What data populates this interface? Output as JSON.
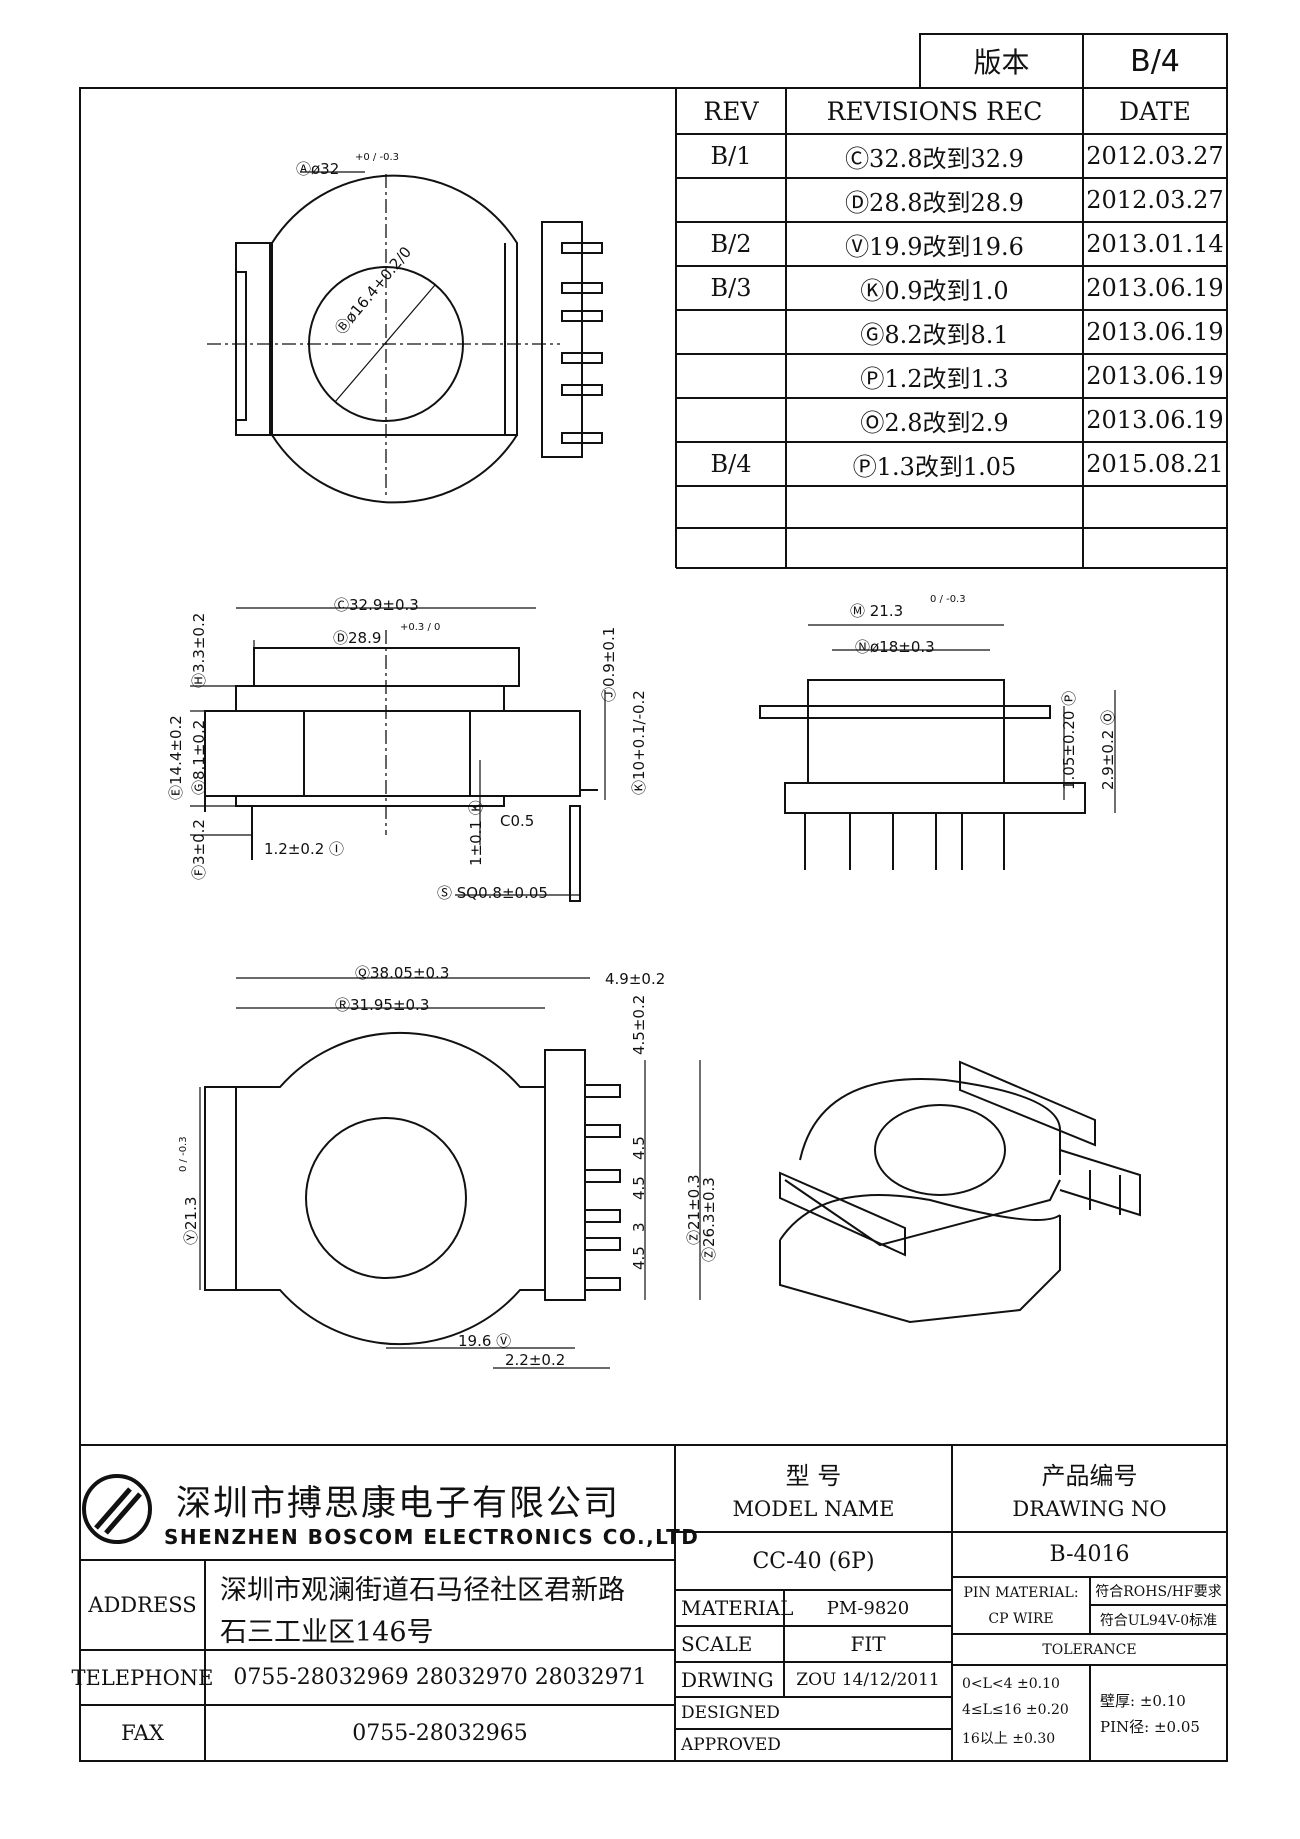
{
  "version_box": {
    "label": "版本",
    "value": "B/4"
  },
  "revisions": {
    "headers": {
      "rev": "REV",
      "rec": "REVISIONS REC",
      "date": "DATE"
    },
    "rows": [
      {
        "rev": "B/1",
        "rec": "Ⓒ32.8改到32.9",
        "date": "2012.03.27"
      },
      {
        "rev": "",
        "rec": "Ⓓ28.8改到28.9",
        "date": "2012.03.27"
      },
      {
        "rev": "B/2",
        "rec": "Ⓥ19.9改到19.6",
        "date": "2013.01.14"
      },
      {
        "rev": "B/3",
        "rec": "Ⓚ0.9改到1.0",
        "date": "2013.06.19"
      },
      {
        "rev": "",
        "rec": "Ⓖ8.2改到8.1",
        "date": "2013.06.19"
      },
      {
        "rev": "",
        "rec": "Ⓟ1.2改到1.3",
        "date": "2013.06.19"
      },
      {
        "rev": "",
        "rec": "Ⓞ2.8改到2.9",
        "date": "2013.06.19"
      },
      {
        "rev": "B/4",
        "rec": "Ⓟ1.3改到1.05",
        "date": "2015.08.21"
      },
      {
        "rev": "",
        "rec": "",
        "date": ""
      },
      {
        "rev": "",
        "rec": "",
        "date": ""
      }
    ]
  },
  "dimensions": {
    "top_outer": "Ⓐø32",
    "top_outer_tol": "+0 / -0.3",
    "top_inner": "Ⓑø16.4+0.2/0",
    "c": "Ⓒ32.9±0.3",
    "d": "Ⓓ28.9",
    "d_tol": "+0.3 / 0",
    "h": "Ⓗ3.3±0.2",
    "j": "Ⓙ0.9±0.1",
    "e": "Ⓔ14.4±0.2",
    "g": "Ⓖ8.1±0.2",
    "ten": "Ⓚ10+0.1/-0.2",
    "f": "Ⓕ3±0.2",
    "i": "1.2±0.2 Ⓘ",
    "k": "1±0.1 Ⓚ",
    "c05": "C0.5",
    "sq": "Ⓢ SQ0.8±0.05",
    "m": "Ⓜ 21.3",
    "m_tol": "0 / -0.3",
    "n": "Ⓝø18±0.3",
    "p": "1.05±0.20 Ⓟ",
    "o": "2.9±0.2 Ⓞ",
    "q": "Ⓠ38.05±0.3",
    "r": "Ⓡ31.95±0.3",
    "w": "4.9±0.2",
    "top_pitch": "4.5±0.2",
    "left_h": "Ⓨ21.3",
    "left_h_tol": "0 / -0.3",
    "p1": "4.5",
    "p2": "4.5",
    "p3": "3",
    "p4": "4.5",
    "inner_21": "Ⓩ21±0.3",
    "outer_26": "Ⓩ26.3±0.3",
    "v": "19.6 Ⓥ",
    "b22": "2.2±0.2"
  },
  "company": {
    "name_zh": "深圳市搏思康电子有限公司",
    "name_en": "SHENZHEN BOSCOM ELECTRONICS CO.,LTD"
  },
  "title_block": {
    "model_label_zh": "型    号",
    "model_label_en": "MODEL NAME",
    "model_value": "CC-40 (6P)",
    "drawing_label_zh": "产品编号",
    "drawing_label_en": "DRAWING NO",
    "drawing_value": "B-4016",
    "address_label": "ADDRESS",
    "address_line1": "深圳市观澜街道石马径社区君新路",
    "address_line2": "石三工业区146号",
    "telephone_label": "TELEPHONE",
    "telephone_value": "0755-28032969 28032970 28032971",
    "fax_label": "FAX",
    "fax_value": "0755-28032965",
    "material_label": "MATERIAL",
    "material_value": "PM-9820",
    "scale_label": "SCALE",
    "scale_value": "FIT",
    "drwing_label": "DRWING",
    "drwing_value": "ZOU 14/12/2011",
    "designed_label": "DESIGNED",
    "approved_label": "APPROVED",
    "pin_material_label": "PIN MATERIAL:",
    "pin_material_value": "CP WIRE",
    "rohs": "符合ROHS/HF要求",
    "ul": "符合UL94V-0标准",
    "tolerance_label": "TOLERANCE",
    "tol1": "0<L<4    ±0.10",
    "tol2": "4≤L≤16  ±0.20",
    "tol3": "16以上    ±0.30",
    "wall": "壁厚:  ±0.10",
    "pin_dia": "PIN径: ±0.05"
  }
}
